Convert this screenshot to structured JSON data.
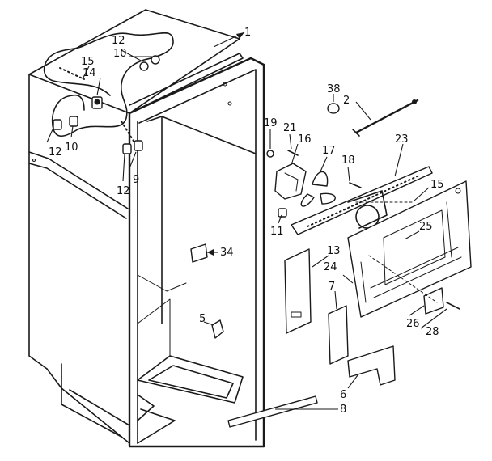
{
  "diagram": {
    "callouts": [
      {
        "id": "c1",
        "label": "1"
      },
      {
        "id": "c38",
        "label": "38"
      },
      {
        "id": "c2",
        "label": "2"
      },
      {
        "id": "c12a",
        "label": "12"
      },
      {
        "id": "c10a",
        "label": "10"
      },
      {
        "id": "c15a",
        "label": "15"
      },
      {
        "id": "c14",
        "label": "14"
      },
      {
        "id": "c12b",
        "label": "12"
      },
      {
        "id": "c10b",
        "label": "10"
      },
      {
        "id": "c9",
        "label": "9"
      },
      {
        "id": "c12c",
        "label": "12"
      },
      {
        "id": "c19",
        "label": "19"
      },
      {
        "id": "c21",
        "label": "21"
      },
      {
        "id": "c16",
        "label": "16"
      },
      {
        "id": "c17",
        "label": "17"
      },
      {
        "id": "c18",
        "label": "18"
      },
      {
        "id": "c23",
        "label": "23"
      },
      {
        "id": "c15b",
        "label": "15"
      },
      {
        "id": "c11",
        "label": "11"
      },
      {
        "id": "c25",
        "label": "25"
      },
      {
        "id": "c34",
        "label": "34"
      },
      {
        "id": "c13",
        "label": "13"
      },
      {
        "id": "c24",
        "label": "24"
      },
      {
        "id": "c7",
        "label": "7"
      },
      {
        "id": "c5",
        "label": "5"
      },
      {
        "id": "c26",
        "label": "26"
      },
      {
        "id": "c28",
        "label": "28"
      },
      {
        "id": "c6",
        "label": "6"
      },
      {
        "id": "c8",
        "label": "8"
      }
    ]
  }
}
